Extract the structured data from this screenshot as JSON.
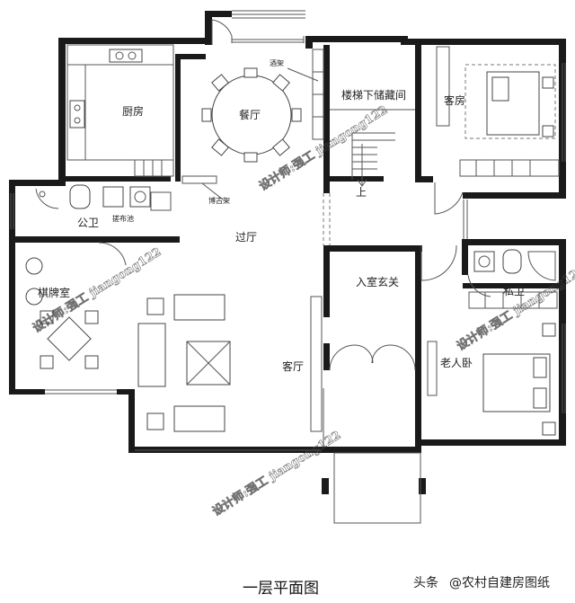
{
  "rooms": {
    "kitchen": "厨房",
    "dining": "餐厅",
    "wine_rack": "酒架",
    "storage": "楼梯下储藏间",
    "guest_room": "客房",
    "up": "上",
    "public_wc": "公卫",
    "laundry": "搓布池",
    "curio": "博古架",
    "hallway": "过厅",
    "mahjong": "棋牌室",
    "living": "客厅",
    "entrance": "入室玄关",
    "private_wc": "私卫",
    "elder_bedroom": "老人卧"
  },
  "watermark": {
    "text": "设计师:强工 jiangong122"
  },
  "caption": "一层平面图",
  "credit": {
    "logo": "头条",
    "text": "@农村自建房图纸"
  }
}
